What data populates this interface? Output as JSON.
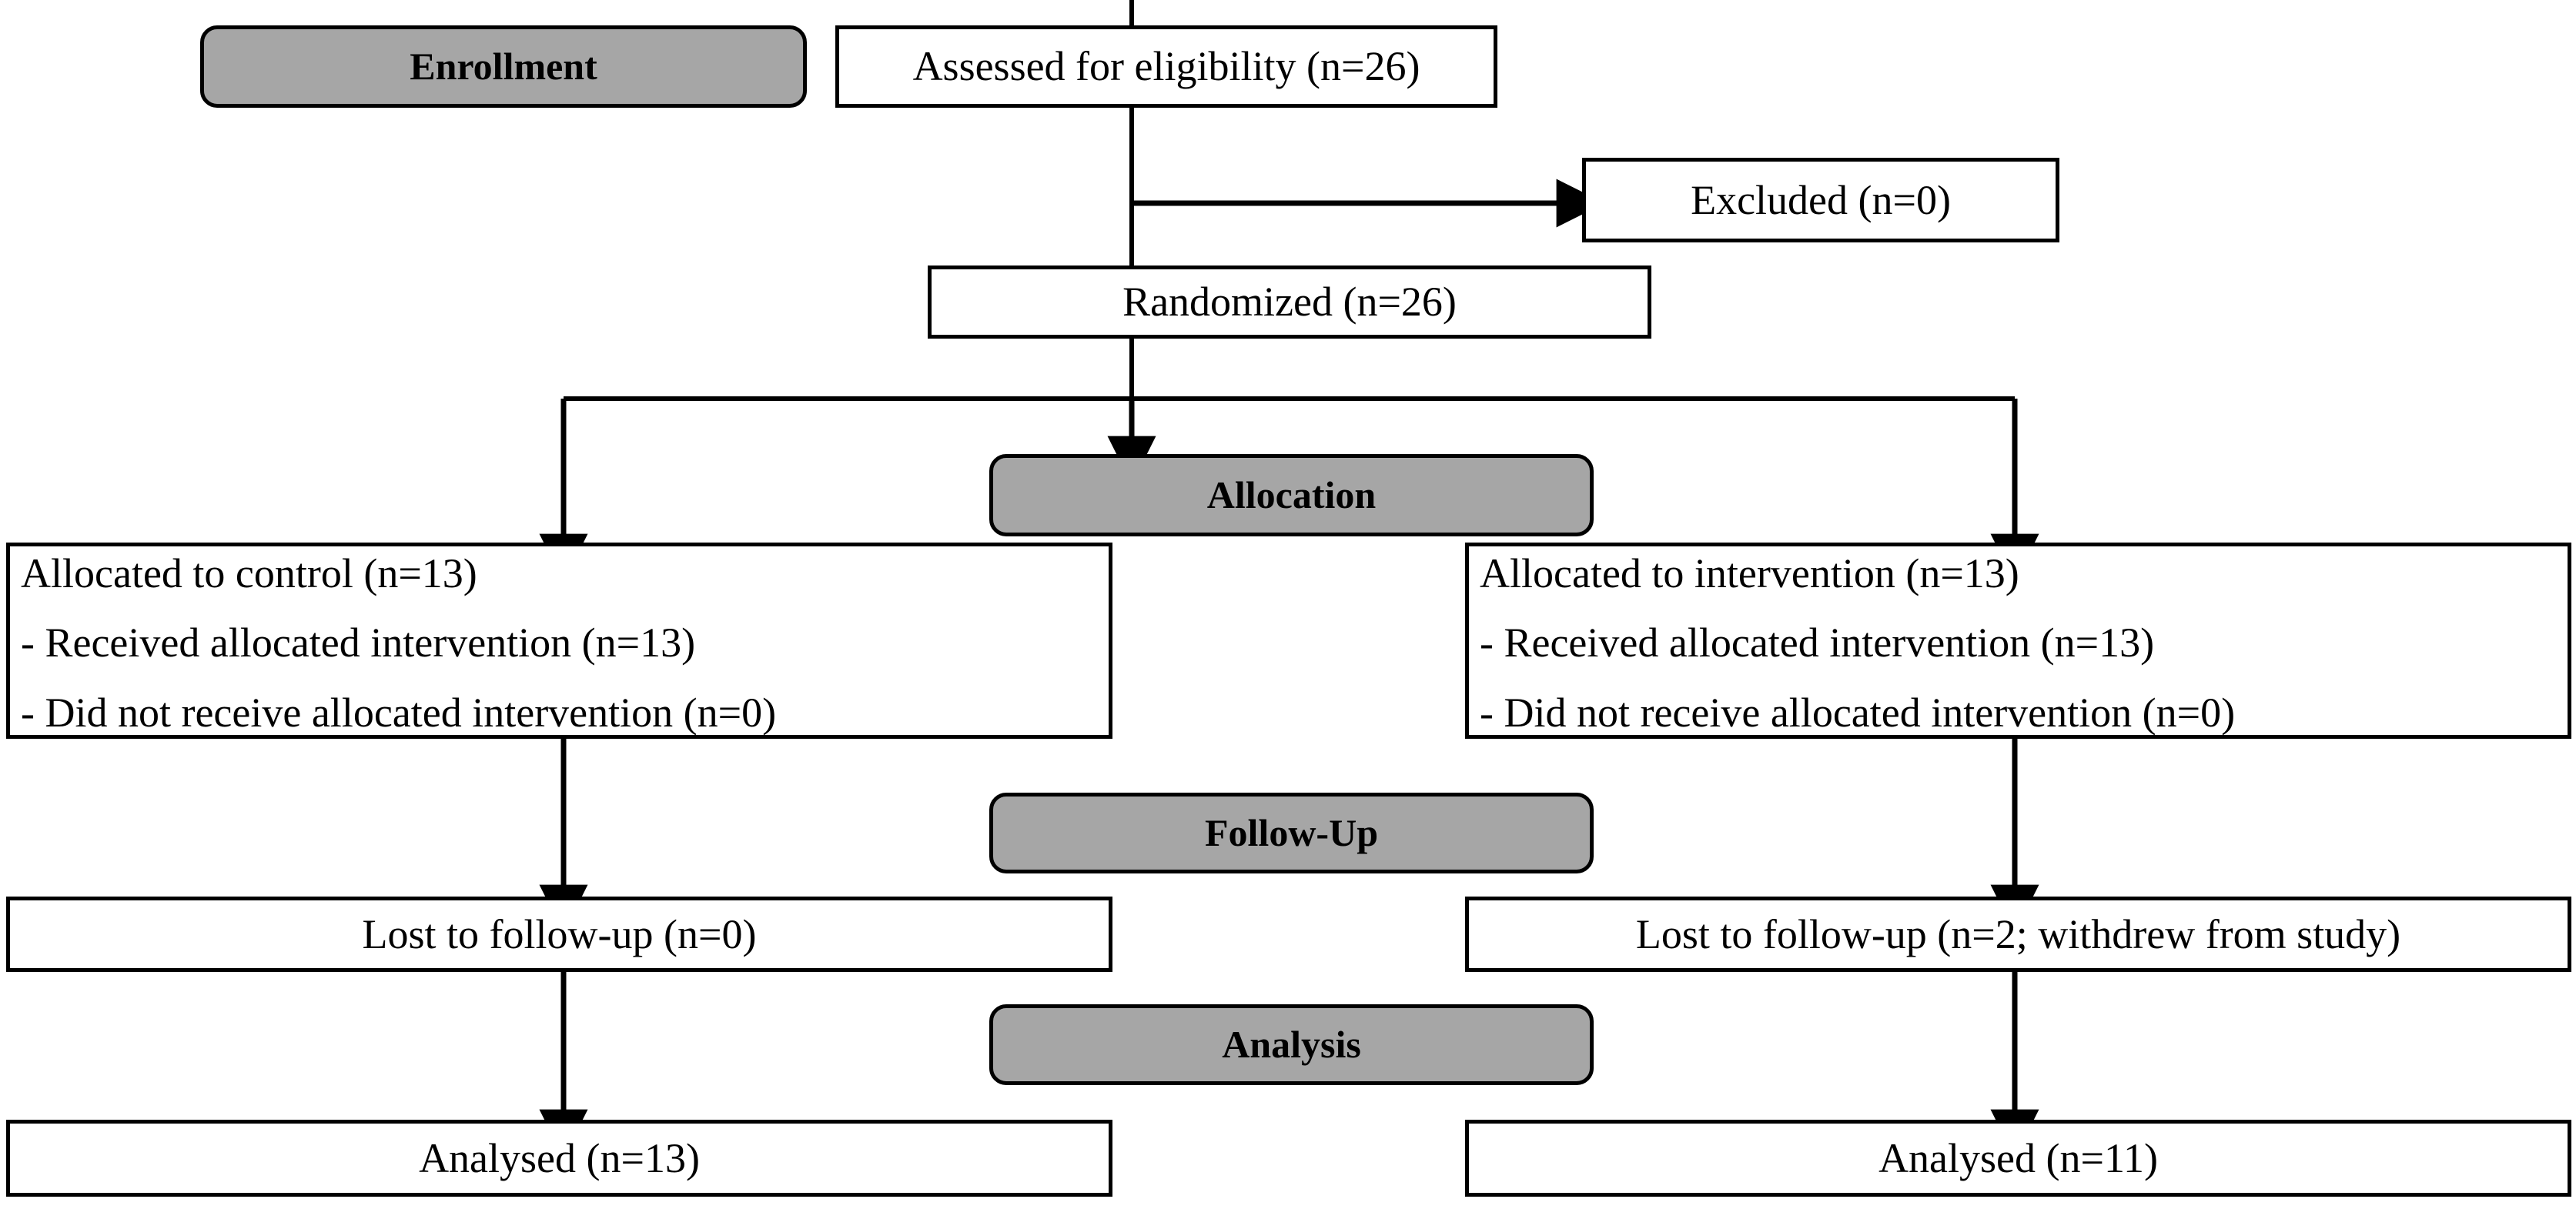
{
  "diagram": {
    "type": "consort-flow-diagram",
    "colors": {
      "band_fill": "#a6a6a6",
      "box_fill": "#ffffff",
      "stroke": "#000000"
    },
    "bands": {
      "enrollment": "Enrollment",
      "allocation": "Allocation",
      "follow_up": "Follow-Up",
      "analysis": "Analysis"
    },
    "nodes": {
      "assessed": "Assessed for eligibility (n=26)",
      "excluded": "Excluded (n=0)",
      "randomized": "Randomized (n=26)"
    },
    "arms": {
      "control": {
        "allocation": [
          "Allocated to control (n=13)",
          "- Received allocated intervention (n=13)",
          "- Did not receive allocated intervention (n=0)"
        ],
        "follow_up": "Lost to follow-up (n=0)",
        "analysis": "Analysed (n=13)"
      },
      "intervention": {
        "allocation": [
          "Allocated to intervention (n=13)",
          "- Received allocated intervention (n=13)",
          "- Did not receive allocated intervention (n=0)"
        ],
        "follow_up": "Lost to follow-up (n=2; withdrew from study)",
        "analysis": "Analysed (n=11)"
      }
    }
  }
}
